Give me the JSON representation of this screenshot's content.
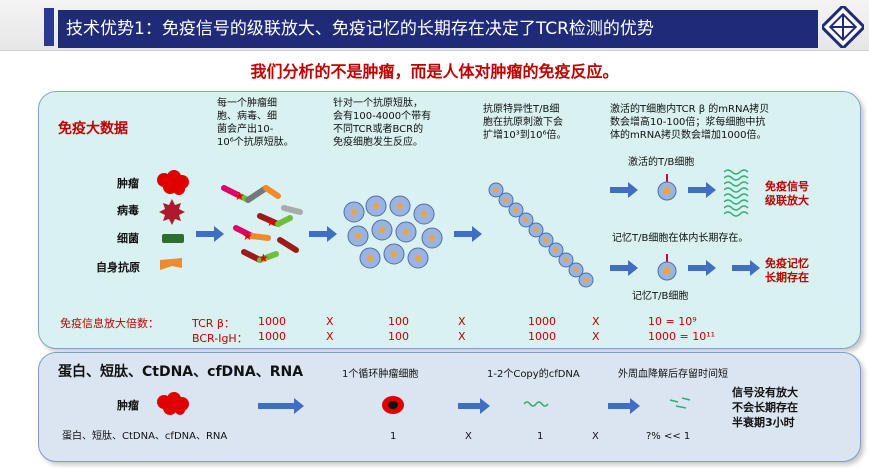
{
  "header": {
    "title": "技术优势1：免疫信号的级联放大、免疫记忆的长期存在决定了TCR检测的优势",
    "subtitle": "我们分析的不是肿瘤，而是人体对肿瘤的免疫反应。"
  },
  "immune_panel": {
    "heading": "免疫大数据",
    "sources": [
      "肿瘤",
      "病毒",
      "细菌",
      "自身抗原"
    ],
    "step1": [
      "每一个肿瘤细",
      "胞、病毒、细",
      "菌会产出10-",
      "10⁶个抗原短肽。"
    ],
    "step2": [
      "针对一个抗原短肽，",
      "会有100-4000个带有",
      "不同TCR或者BCR的",
      "免疫细胞发生反应。"
    ],
    "step3": [
      "抗原特异性T/B细",
      "胞在抗原刺激下会",
      "扩增10³到10⁶倍。"
    ],
    "step4": [
      "激活的T细胞内TCR β 的mRNA拷贝",
      "数会增高10-100倍；浆每细胞中抗",
      "体的mRNA拷贝数会增加1000倍。"
    ],
    "activated_label": "激活的T/B细胞",
    "memory_label": "记忆T/B细胞在体内长期存在。",
    "memory_cell_label": "记忆T/B细胞",
    "outcome1": [
      "免疫信号",
      "级联放大"
    ],
    "outcome2": [
      "免疫记忆",
      "长期存在"
    ],
    "amp_label": "免疫信息放大倍数：",
    "rows": [
      {
        "name": "TCR β：",
        "v1": "1000",
        "v2": "100",
        "v3": "1000",
        "result": "10    = 10⁹"
      },
      {
        "name": "BCR-IgH：",
        "v1": "1000",
        "v2": "100",
        "v3": "1000",
        "result": "1000 = 10¹¹"
      }
    ],
    "x": "X"
  },
  "dna_panel": {
    "heading": "蛋白、短肽、CtDNA、cfDNA、RNA",
    "source": "肿瘤",
    "label1": "1个循环肿瘤细胞",
    "label2": "1-2个Copy的cfDNA",
    "label3": "外周血降解后存留时间短",
    "note": [
      "信号没有放大",
      "不会长期存在",
      "半衰期3小时"
    ],
    "bottom": {
      "name": "蛋白、短肽、CtDNA、cfDNA、RNA",
      "v1": "1",
      "v2": "1",
      "v3": "?%  << 1"
    },
    "x": "X"
  },
  "colors": {
    "navy": "#1f2b78",
    "red": "#c00000",
    "arrow": "#3f6fc4",
    "panel1": "#d9f1f1",
    "panel2": "#dbe5f1"
  }
}
